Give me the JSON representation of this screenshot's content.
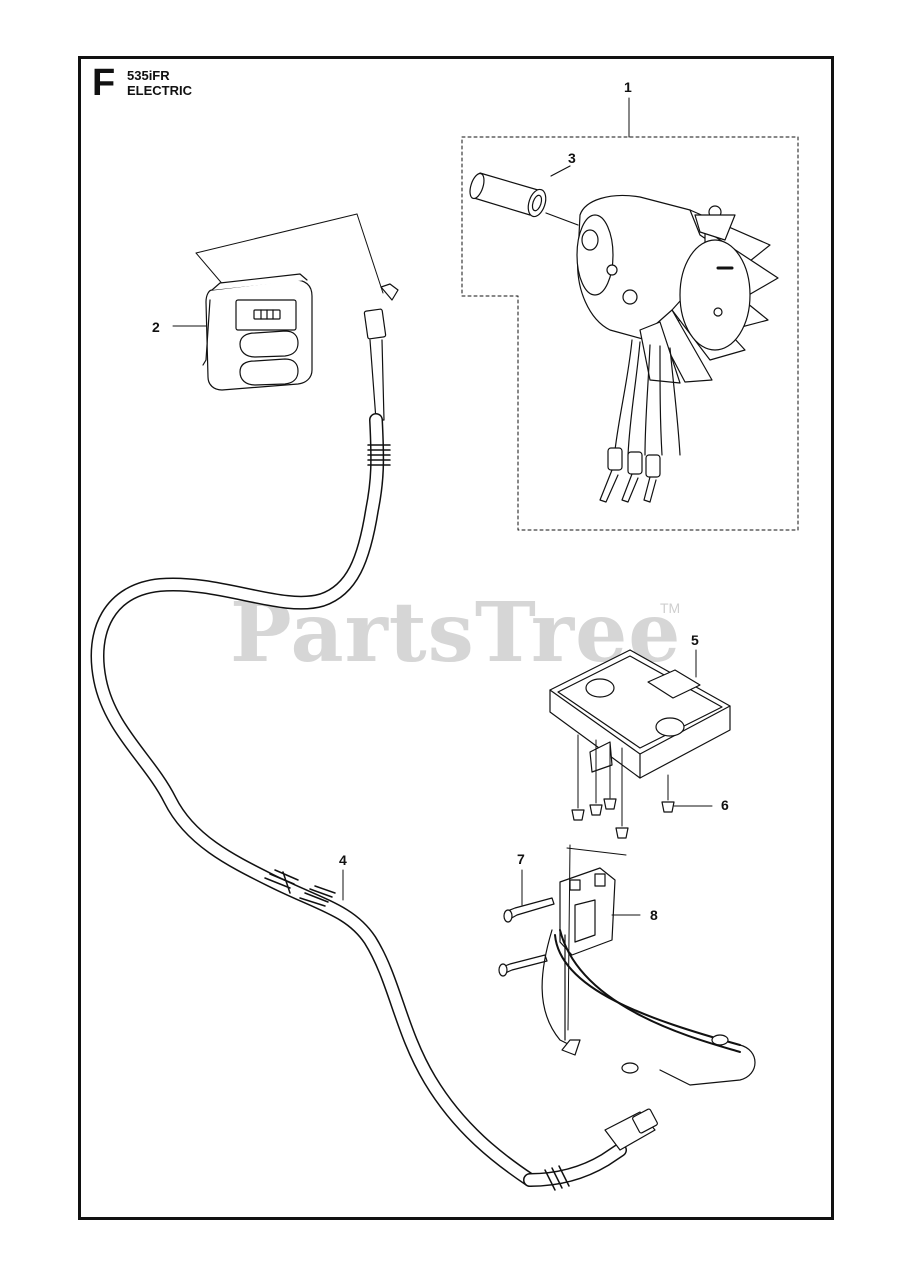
{
  "header": {
    "section_letter": "F",
    "model": "535iFR",
    "group": "ELECTRIC"
  },
  "watermark": {
    "text": "PartsTree",
    "trademark": "TM"
  },
  "callouts": [
    {
      "id": "1",
      "label": "1"
    },
    {
      "id": "2",
      "label": "2"
    },
    {
      "id": "3",
      "label": "3"
    },
    {
      "id": "4",
      "label": "4"
    },
    {
      "id": "5",
      "label": "5"
    },
    {
      "id": "6",
      "label": "6"
    },
    {
      "id": "7",
      "label": "7"
    },
    {
      "id": "8",
      "label": "8"
    }
  ],
  "parts": [
    {
      "callout": "1",
      "name": "motor-assembly"
    },
    {
      "callout": "2",
      "name": "battery-indicator-panel"
    },
    {
      "callout": "3",
      "name": "motor-sleeve"
    },
    {
      "callout": "4",
      "name": "cable-harness"
    },
    {
      "callout": "5",
      "name": "control-unit"
    },
    {
      "callout": "6",
      "name": "screw"
    },
    {
      "callout": "7",
      "name": "screw"
    },
    {
      "callout": "8",
      "name": "battery-connector"
    }
  ],
  "colors": {
    "line": "#111111",
    "watermark": "#d6d6d6",
    "background": "#ffffff"
  }
}
